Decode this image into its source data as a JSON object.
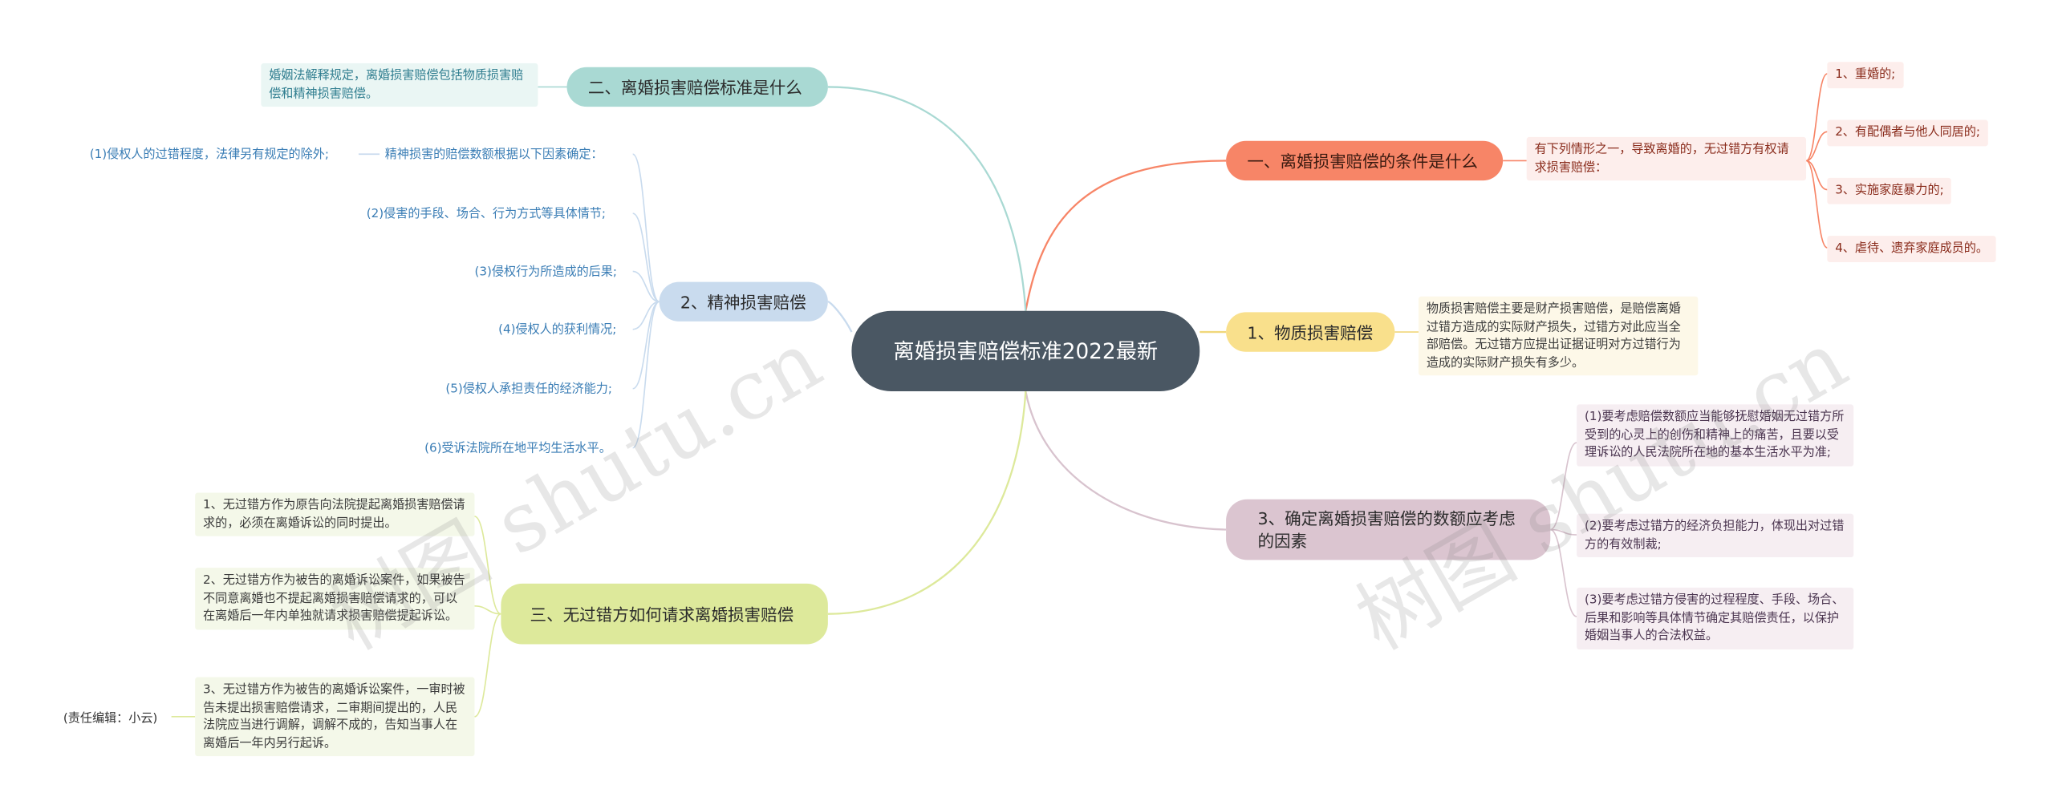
{
  "root": "离婚损害赔偿标准2022最新",
  "topics": {
    "conditions": "一、离婚损害赔偿的条件是什么",
    "material": "1、物质损害赔偿",
    "amount": "3、确定离婚损害赔偿的数额应考虑的因素",
    "standard": "二、离婚损害赔偿标准是什么",
    "mental": "2、精神损害赔偿",
    "howto": "三、无过错方如何请求离婚损害赔偿"
  },
  "conditions_intro": "有下列情形之一，导致离婚的，无过错方有权请求损害赔偿：",
  "conditions_items": [
    "1、重婚的;",
    "2、有配偶者与他人同居的;",
    "3、实施家庭暴力的;",
    "4、虐待、遗弃家庭成员的。"
  ],
  "material_text": "物质损害赔偿主要是财产损害赔偿，是赔偿离婚过错方造成的实际财产损失，过错方对此应当全部赔偿。无过错方应提出证据证明对方过错行为造成的实际财产损失有多少。",
  "amount_items": [
    "(1)要考虑赔偿数额应当能够抚慰婚姻无过错方所受到的心灵上的创伤和精神上的痛苦，且要以受理诉讼的人民法院所在地的基本生活水平为准;",
    "(2)要考虑过错方的经济负担能力，体现出对过错方的有效制裁;",
    "(3)要考虑过错方侵害的过程程度、手段、场合、后果和影响等具体情节确定其赔偿责任，以保护婚姻当事人的合法权益。"
  ],
  "standard_text": "婚姻法解释规定，离婚损害赔偿包括物质损害赔偿和精神损害赔偿。",
  "mental_intro": "精神损害的赔偿数额根据以下因素确定：",
  "mental_first": "(1)侵权人的过错程度，法律另有规定的除外;",
  "mental_items": [
    "(2)侵害的手段、场合、行为方式等具体情节;",
    "(3)侵权行为所造成的后果;",
    "(4)侵权人的获利情况;",
    "(5)侵权人承担责任的经济能力;",
    "(6)受诉法院所在地平均生活水平。"
  ],
  "howto_items": [
    "1、无过错方作为原告向法院提起离婚损害赔偿请求的，必须在离婚诉讼的同时提出。",
    "2、无过错方作为被告的离婚诉讼案件，如果被告不同意离婚也不提起离婚损害赔偿请求的，可以在离婚后一年内单独就请求损害赔偿提起诉讼。",
    "3、无过错方作为被告的离婚诉讼案件，一审时被告未提出损害赔偿请求，二审期间提出的，人民法院应当进行调解，调解不成的，告知当事人在离婚后一年内另行起诉。"
  ],
  "editor": "(责任编辑：小云)",
  "watermarks": [
    "树图 shutu.cn",
    "树图 shutu.cn"
  ],
  "colors": {
    "root": "#4a5763",
    "conditions": "#f78567",
    "material": "#f9e08c",
    "amount": "#dbc5d0",
    "standard": "#a9d9d3",
    "mental": "#c9dbee",
    "howto": "#dde99b"
  }
}
